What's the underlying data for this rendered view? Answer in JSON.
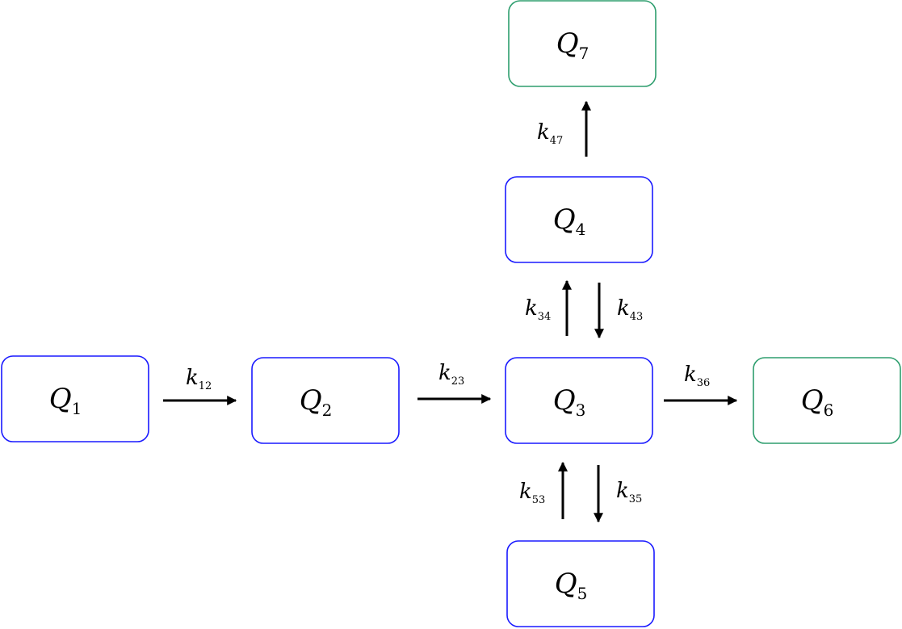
{
  "colors": {
    "main_compartment": "#1a1aff",
    "output_compartment": "#2e9e6e",
    "arrow": "#000000"
  },
  "nodes": [
    {
      "id": "q1",
      "symbol": "Q",
      "sub": "1",
      "kind": "main_compartment"
    },
    {
      "id": "q2",
      "symbol": "Q",
      "sub": "2",
      "kind": "main_compartment"
    },
    {
      "id": "q3",
      "symbol": "Q",
      "sub": "3",
      "kind": "main_compartment"
    },
    {
      "id": "q4",
      "symbol": "Q",
      "sub": "4",
      "kind": "main_compartment"
    },
    {
      "id": "q5",
      "symbol": "Q",
      "sub": "5",
      "kind": "main_compartment"
    },
    {
      "id": "q6",
      "symbol": "Q",
      "sub": "6",
      "kind": "output_compartment"
    },
    {
      "id": "q7",
      "symbol": "Q",
      "sub": "7",
      "kind": "output_compartment"
    }
  ],
  "edges": [
    {
      "id": "k12",
      "from": "q1",
      "to": "q2",
      "symbol": "k",
      "sub": "12"
    },
    {
      "id": "k23",
      "from": "q2",
      "to": "q3",
      "symbol": "k",
      "sub": "23"
    },
    {
      "id": "k36",
      "from": "q3",
      "to": "q6",
      "symbol": "k",
      "sub": "36"
    },
    {
      "id": "k34",
      "from": "q3",
      "to": "q4",
      "symbol": "k",
      "sub": "34"
    },
    {
      "id": "k43",
      "from": "q4",
      "to": "q3",
      "symbol": "k",
      "sub": "43"
    },
    {
      "id": "k35",
      "from": "q3",
      "to": "q5",
      "symbol": "k",
      "sub": "35"
    },
    {
      "id": "k53",
      "from": "q5",
      "to": "q3",
      "symbol": "k",
      "sub": "53"
    },
    {
      "id": "k47",
      "from": "q4",
      "to": "q7",
      "symbol": "k",
      "sub": "47"
    }
  ]
}
